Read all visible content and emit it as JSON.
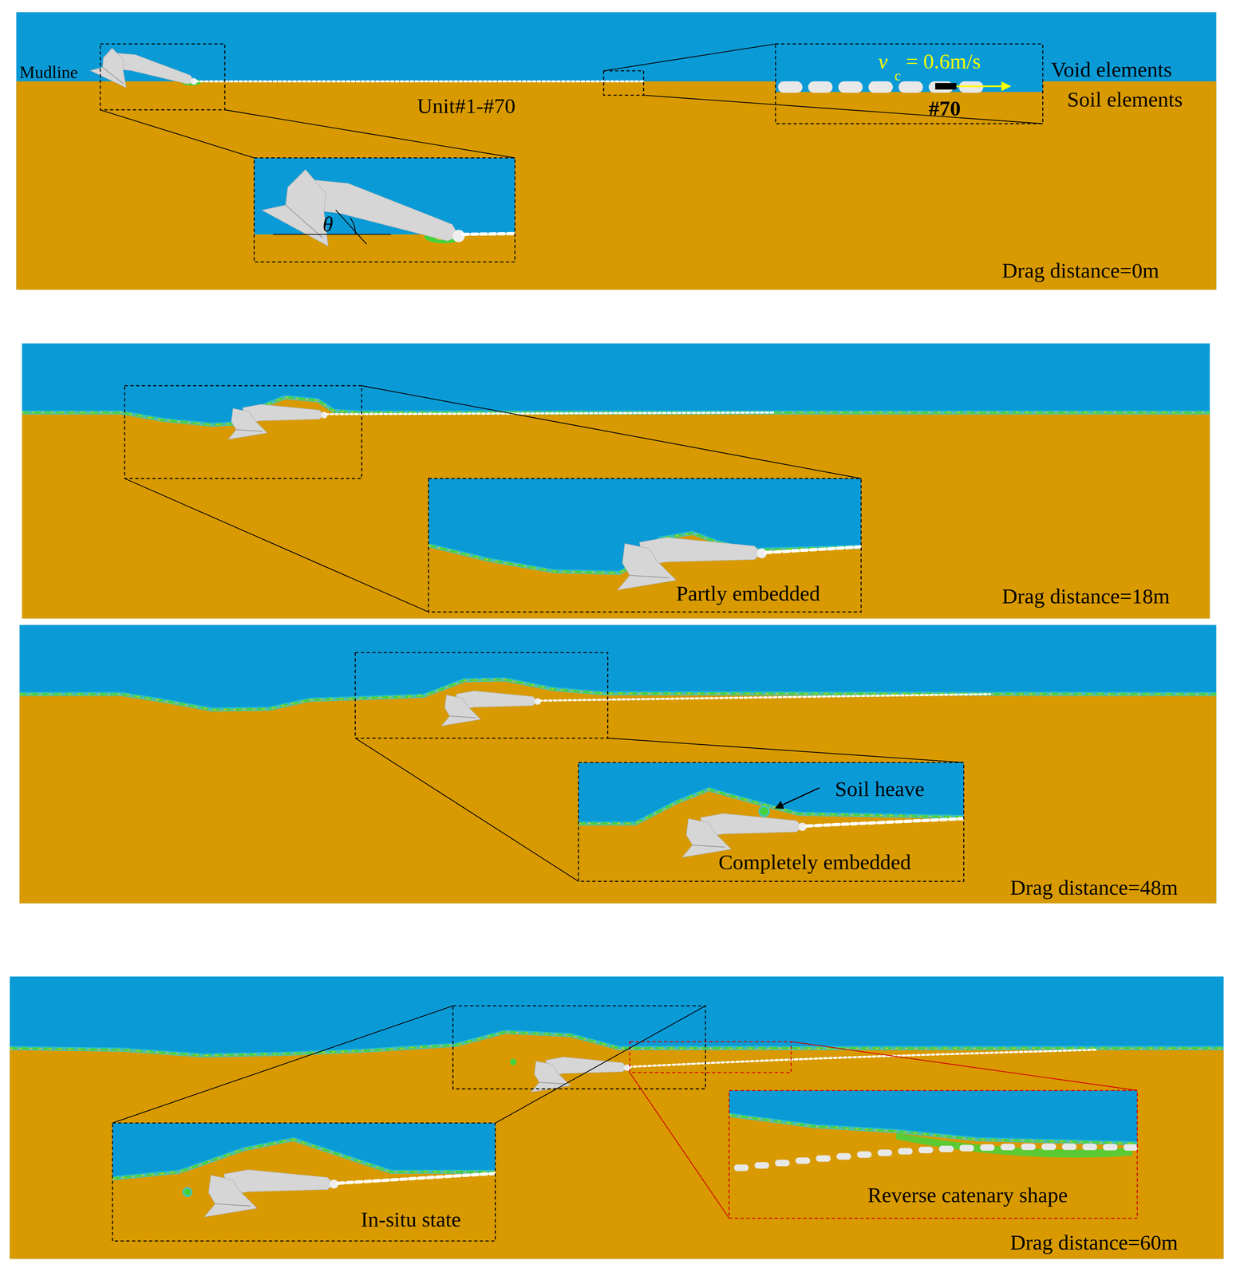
{
  "diagram": {
    "labels": [
      "Mudline",
      "Unit#1-#70",
      "v",
      "c",
      "= 0.6m/s",
      "#70",
      "Void elements",
      "Soil elements",
      "θ",
      "Drag distance=0m",
      "Partly embedded",
      "Drag distance=18m",
      "Soil heave",
      "Completely embedded",
      "Drag distance=48m",
      "Reverse catenary shape",
      "In-situ state",
      "Drag distance=60m"
    ]
  }
}
